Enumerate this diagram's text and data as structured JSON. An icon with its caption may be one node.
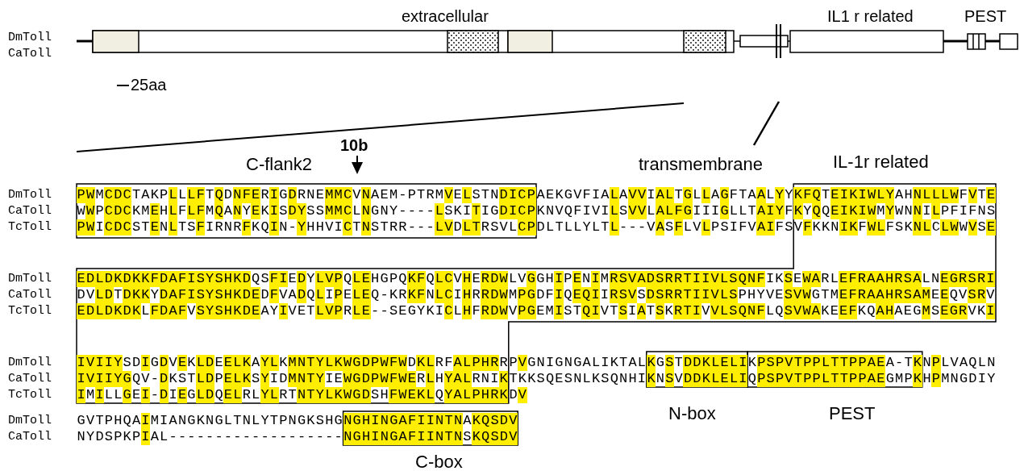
{
  "diagram": {
    "labels": [
      "extracellular",
      "IL1 r related",
      "PEST",
      "DmToll",
      "CaToll",
      "25aa",
      "10b",
      "C-flank2",
      "transmembrane",
      "IL-1r related",
      "DmToll",
      "PWMCDCTAKPLLLFTQDNFERIGDRNEMMCVNAEM-PTRMVELSTNDICP",
      "AEKGVFIALAVVIALTGLLAGFTAALYY",
      "KFQTEIKIWLYAHNLLLWFVTE",
      "CaToll",
      "WWPCDCKMEHLFLFMQANYEKISDYSSMMCLNGNY----LSKITIGDICP",
      "KNVQFIVILSVVLALFGIIIGLLTAIYF",
      "KYQQEIKIWMYWNNILPFIFNS",
      "TcToll",
      "PWICDCSTENLTSFIRNRFKQIN-YHHVICTNSTRR---LVDLTRSVLCP",
      "DLTLLYLTL---VASFLVLPSIFVAIFS",
      "VFKKNIKFWLFSKNLCLWWVSE",
      "DmToll",
      "EDLDKDKKFDAFISYSHKDQSFIEDYLVPQLEHGPQKFQLCVHERDWLVGGHIPENIMRSVADSRRTIIVLSQNFIKSEWARLEFRAAHRSALNEGRSRI",
      "CaToll",
      "DVLDTDKKYDAFISYSHKDEDFVADQLIPELEQ-KRKFNLCIHRRDWMPGDFIQEQIIRSVSDSRRTIIVLSPHYVESVWGTMEFRAAHRSAMEEQVSRV",
      "TcToll",
      "EDLDKDKLFDAFVSYSHKDEAYIVETLVPRLE--SEGYKICLHFRDWVPGEMISTQIVTSIATSKRTIVVLSQNFLQSVWAKEEFKQAHAEGMSEGRVKI",
      "DmToll",
      "IVIIYSDIGDVEKLDEELKAYLKMNTYLKWGDPWFWDKLRFALPHRR",
      "PVGNIGNGALIKTAL",
      "KGSTDDKLELI",
      "KPSPVTPPLTTPPAEA-TK",
      "NPLVAQLN",
      "CaToll",
      "IVIIYGQV-DKSTLDPELKSYIDMNTYIEWGDPWFWERLHYALRNIK",
      "TKKSQESNLKSQNHI",
      "KNSVDDKLELI",
      "QPSPVTPPLTTPPAEGMPK",
      "HPMNGDIY",
      "TcToll",
      "IMILLGEI-DIEGLDQELRLYLRTNTYLKWGDSHFWEKLQYALPHRK",
      "DV",
      "N-box",
      "PEST",
      "DmToll",
      "GVTPHQAIMIANGKNGLTNLYTPNGKSHG",
      "NGHINGAFIINTNAKQSDV",
      "CaToll",
      "NYDSPKPIAL-------------------",
      "NGHINGAFIINTNSKQSDV",
      "C-box"
    ]
  }
}
